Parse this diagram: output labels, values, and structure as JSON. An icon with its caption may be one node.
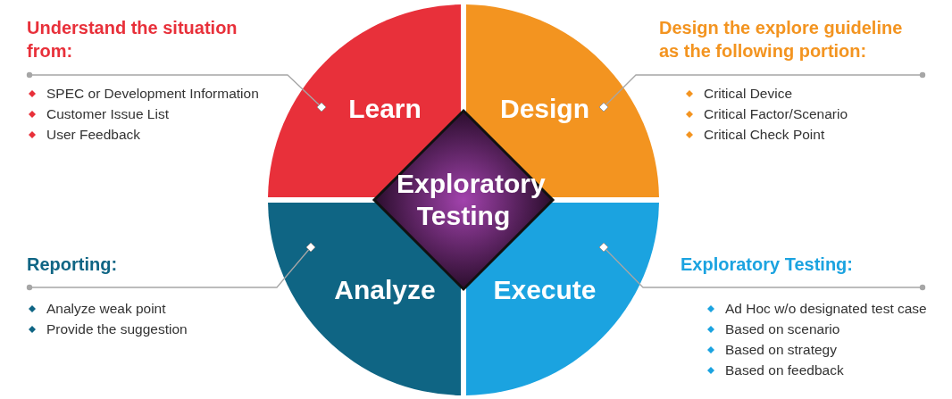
{
  "diagram": {
    "nodes": [
      {
        "text": [
          "Learn"
        ]
      },
      {
        "text": [
          "Design"
        ]
      },
      {
        "text": [
          "Analyze"
        ]
      },
      {
        "text": [
          "Execute"
        ]
      },
      {
        "text": [
          "Exploratory Testing"
        ]
      },
      {
        "text": [
          "Understand the situation from:",
          "SPEC or Development Information",
          "Customer Issue List",
          "User Feedback"
        ]
      },
      {
        "text": [
          "Design the explore guideline as the following portion:",
          "Critical Device",
          "Critical Factor/Scenario",
          "Critical Check Point"
        ]
      },
      {
        "text": [
          "Reporting:",
          "Analyze weak point",
          "Provide the suggestion"
        ]
      },
      {
        "text": [
          "Exploratory Testing:",
          "Ad Hoc w/o designated test case",
          "Based on scenario",
          "Based on strategy",
          "Based on feedback"
        ]
      }
    ],
    "edges": [
      {
        "from": 5,
        "to": 0,
        "arrow": "other"
      },
      {
        "from": 6,
        "to": 1,
        "arrow": "other"
      },
      {
        "from": 7,
        "to": 2,
        "arrow": "other"
      },
      {
        "from": 8,
        "to": 3,
        "arrow": "other"
      }
    ]
  }
}
